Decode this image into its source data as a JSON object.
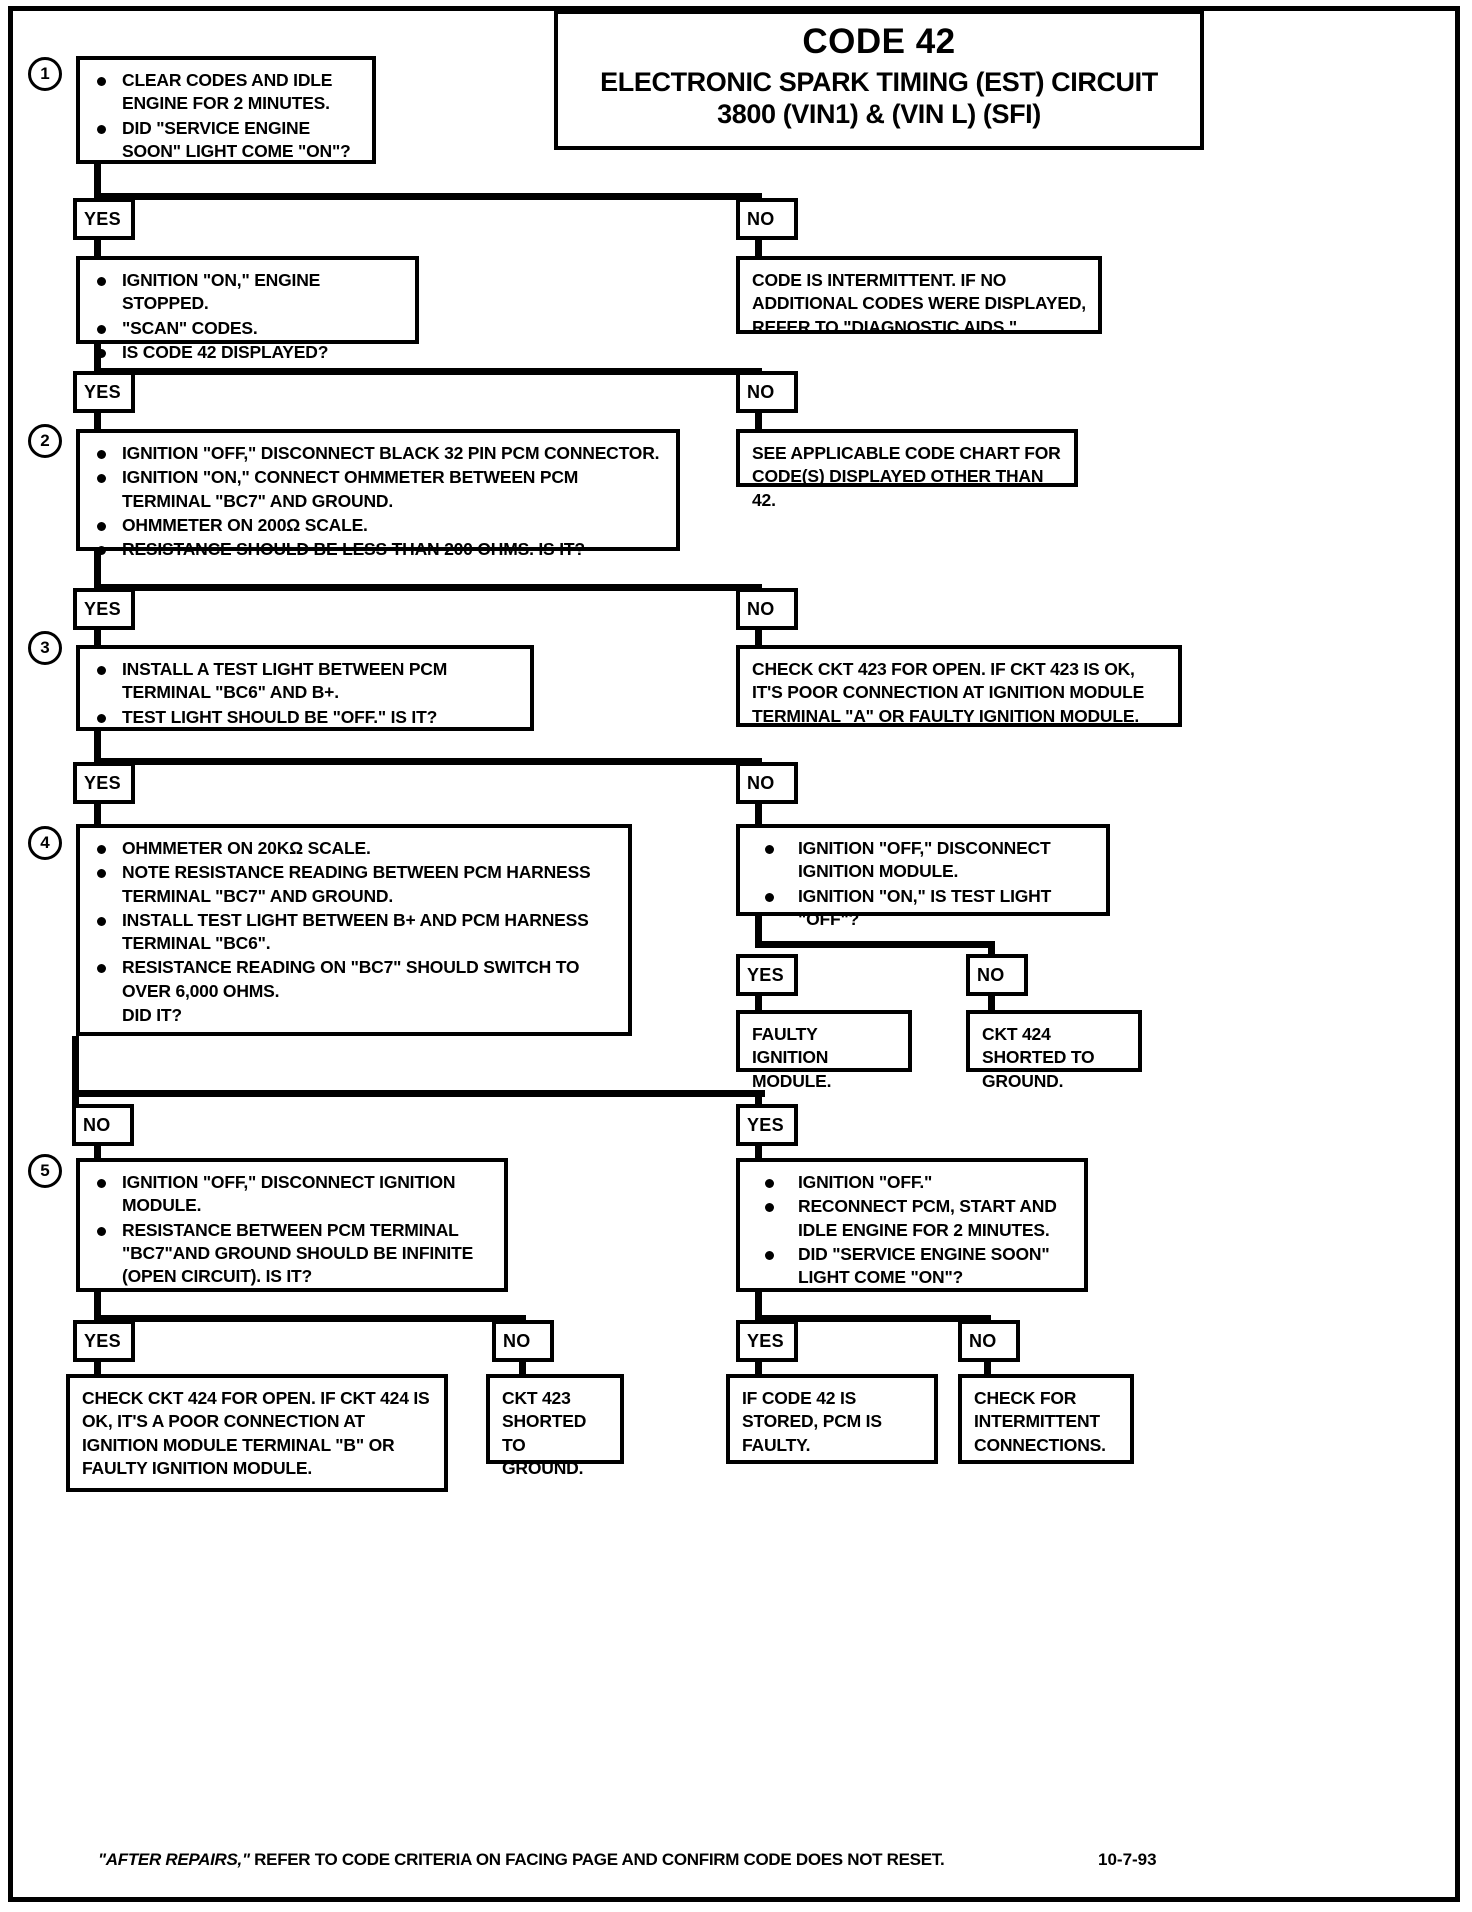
{
  "header": {
    "title": "CODE 42",
    "subtitle_line1": "ELECTRONIC SPARK TIMING (EST) CIRCUIT",
    "subtitle_line2": "3800 (VIN1) &  (VIN L)  (SFI)"
  },
  "steps": {
    "s1": "1",
    "s2": "2",
    "s3": "3",
    "s4": "4",
    "s5": "5"
  },
  "labels": {
    "yes": "YES",
    "no": "NO"
  },
  "boxes": {
    "step1": {
      "lines": [
        "CLEAR CODES AND IDLE ENGINE FOR 2 MINUTES.",
        "DID \"SERVICE ENGINE SOON\" LIGHT COME \"ON\"?"
      ]
    },
    "step1_no_result": {
      "text": "CODE IS INTERMITTENT. IF NO ADDITIONAL CODES WERE DISPLAYED, REFER TO \"DIAGNOSTIC AIDS.\""
    },
    "scan_codes": {
      "lines": [
        "IGNITION \"ON,\" ENGINE STOPPED.",
        "\"SCAN\" CODES.",
        "IS CODE 42 DISPLAYED?"
      ]
    },
    "scan_no_result": {
      "text": "SEE APPLICABLE CODE CHART FOR CODE(S) DISPLAYED OTHER THAN 42."
    },
    "step2": {
      "lines": [
        "IGNITION \"OFF,\" DISCONNECT BLACK 32 PIN PCM CONNECTOR.",
        "IGNITION \"ON,\"  CONNECT OHMMETER BETWEEN PCM TERMINAL \"BC7\" AND GROUND.",
        "OHMMETER ON 200Ω SCALE.",
        "RESISTANCE SHOULD BE LESS THAN 200 OHMS.  IS IT?"
      ]
    },
    "step2_no_result": {
      "text": "CHECK CKT 423 FOR OPEN.  IF CKT 423 IS OK, IT'S POOR CONNECTION AT IGNITION MODULE TERMINAL \"A\" OR FAULTY IGNITION MODULE."
    },
    "step3": {
      "lines": [
        "INSTALL A TEST LIGHT BETWEEN PCM TERMINAL \"BC6\" AND B+.",
        "TEST LIGHT SHOULD BE \"OFF.\"  IS IT?"
      ]
    },
    "step3_no_result": {
      "lines": [
        "IGNITION \"OFF,\" DISCONNECT IGNITION MODULE.",
        "IGNITION \"ON,\" IS TEST LIGHT \"OFF\"?"
      ]
    },
    "step4": {
      "lines": [
        "OHMMETER ON 20KΩ SCALE.",
        "NOTE RESISTANCE READING BETWEEN PCM HARNESS TERMINAL \"BC7\" AND GROUND.",
        "INSTALL TEST LIGHT BETWEEN B+  AND PCM HARNESS TERMINAL \"BC6\".",
        "RESISTANCE READING ON \"BC7\" SHOULD SWITCH TO OVER 6,000 OHMS."
      ],
      "tail": "DID IT?"
    },
    "faulty_ignition_module": {
      "text": "FAULTY IGNITION MODULE."
    },
    "ckt424_shorted": {
      "text": "CKT 424 SHORTED TO GROUND."
    },
    "step5": {
      "lines": [
        "IGNITION \"OFF,\" DISCONNECT IGNITION MODULE.",
        "RESISTANCE BETWEEN PCM TERMINAL \"BC7\"AND GROUND SHOULD BE INFINITE (OPEN CIRCUIT).  IS IT?"
      ]
    },
    "step4_yes_result": {
      "lines": [
        "IGNITION \"OFF.\"",
        "RECONNECT PCM, START AND IDLE ENGINE FOR 2 MINUTES.",
        "DID \"SERVICE ENGINE SOON\" LIGHT COME \"ON\"?"
      ]
    },
    "check_ckt424": {
      "text": "CHECK CKT 424 FOR OPEN.  IF CKT 424 IS OK, IT'S A POOR CONNECTION AT IGNITION MODULE TERMINAL \"B\" OR FAULTY IGNITION MODULE."
    },
    "ckt423_shorted": {
      "text": "CKT 423 SHORTED TO GROUND."
    },
    "code42_stored": {
      "text": "IF CODE 42 IS STORED, PCM IS  FAULTY."
    },
    "intermittent_connections": {
      "text": "CHECK FOR INTERMITTENT CONNECTIONS."
    }
  },
  "footer": {
    "note_italic": "\"AFTER REPAIRS,\"",
    "note_rest": " REFER TO CODE CRITERIA ON FACING PAGE AND CONFIRM CODE DOES NOT RESET.",
    "date": "10-7-93"
  }
}
